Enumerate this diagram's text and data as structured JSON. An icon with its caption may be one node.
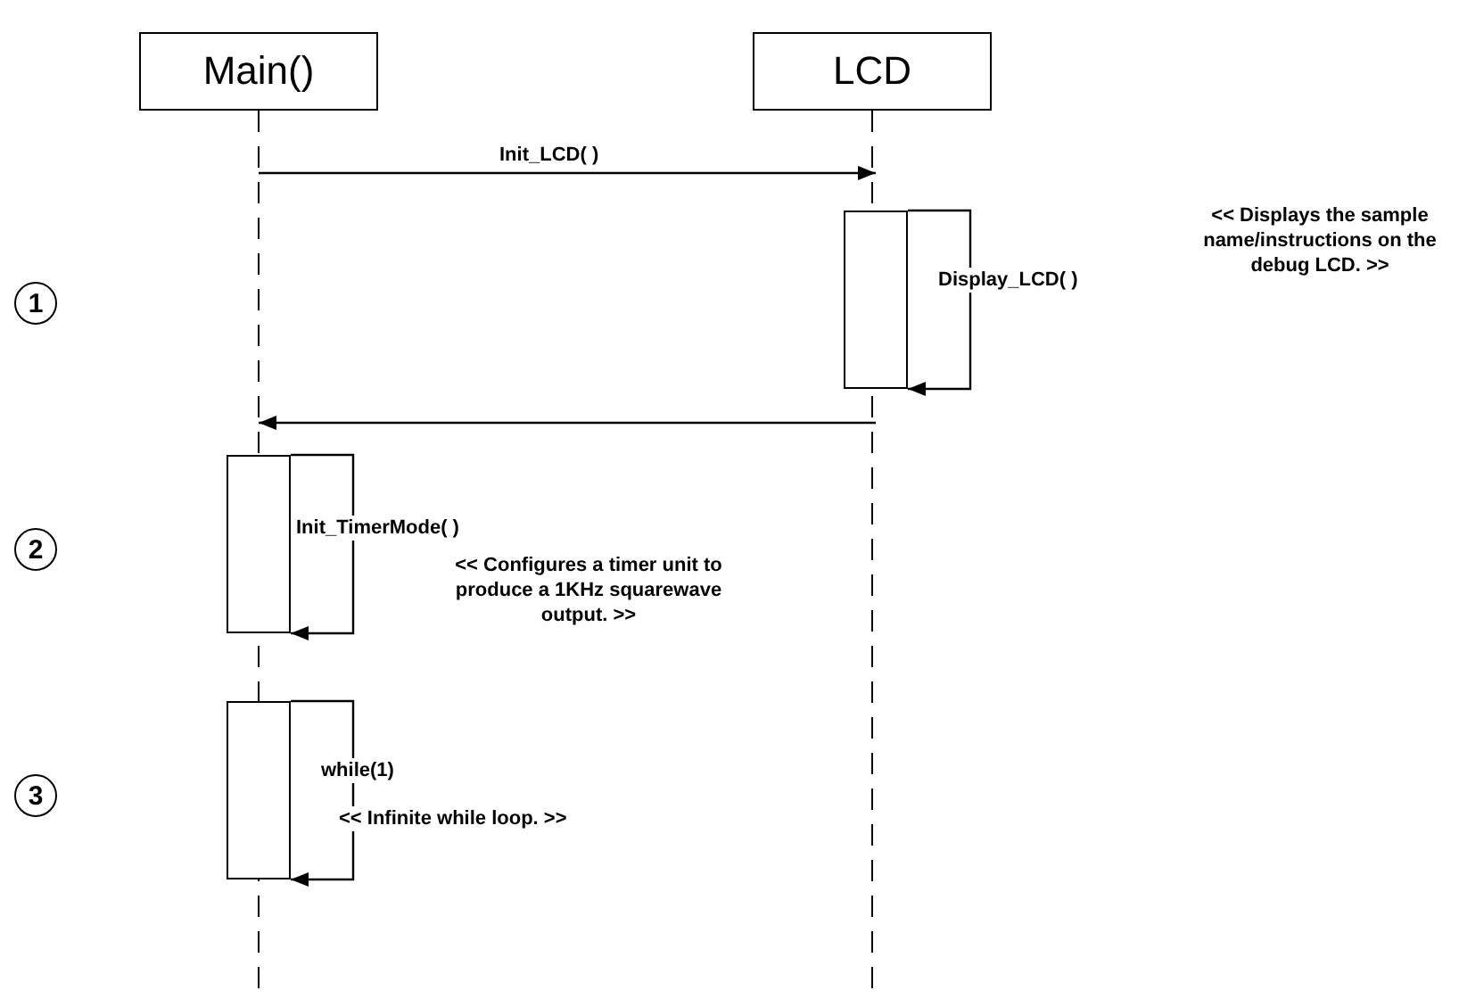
{
  "diagram": {
    "nodes": [
      {
        "text": [
          "Main()"
        ]
      },
      {
        "text": [
          "LCD"
        ]
      },
      {
        "text": [],
        "shape": "box"
      },
      {
        "text": [],
        "shape": "box"
      },
      {
        "text": [],
        "shape": "box"
      },
      {
        "text": [
          "1"
        ]
      },
      {
        "text": [
          "2"
        ]
      },
      {
        "text": [
          "3"
        ]
      }
    ],
    "edges": [
      {
        "from": 0,
        "to": 2,
        "arrow": "to",
        "label": "Init_LCD( )"
      },
      {
        "from": 2,
        "to": 2,
        "arrow": "to",
        "label": "Display_LCD( )"
      },
      {
        "from": 2,
        "to": 3,
        "arrow": "to"
      },
      {
        "from": 3,
        "to": 3,
        "arrow": "to",
        "label": "Init_TimerMode( )"
      },
      {
        "from": 4,
        "to": 4,
        "arrow": "to",
        "label": "while(1)"
      }
    ],
    "labels": [
      "<< Displays the sample name/instructions on the debug LCD. >>",
      "<< Configures a timer unit to produce a 1KHz squarewave output. >>",
      "<< Infinite while loop. >>"
    ]
  }
}
